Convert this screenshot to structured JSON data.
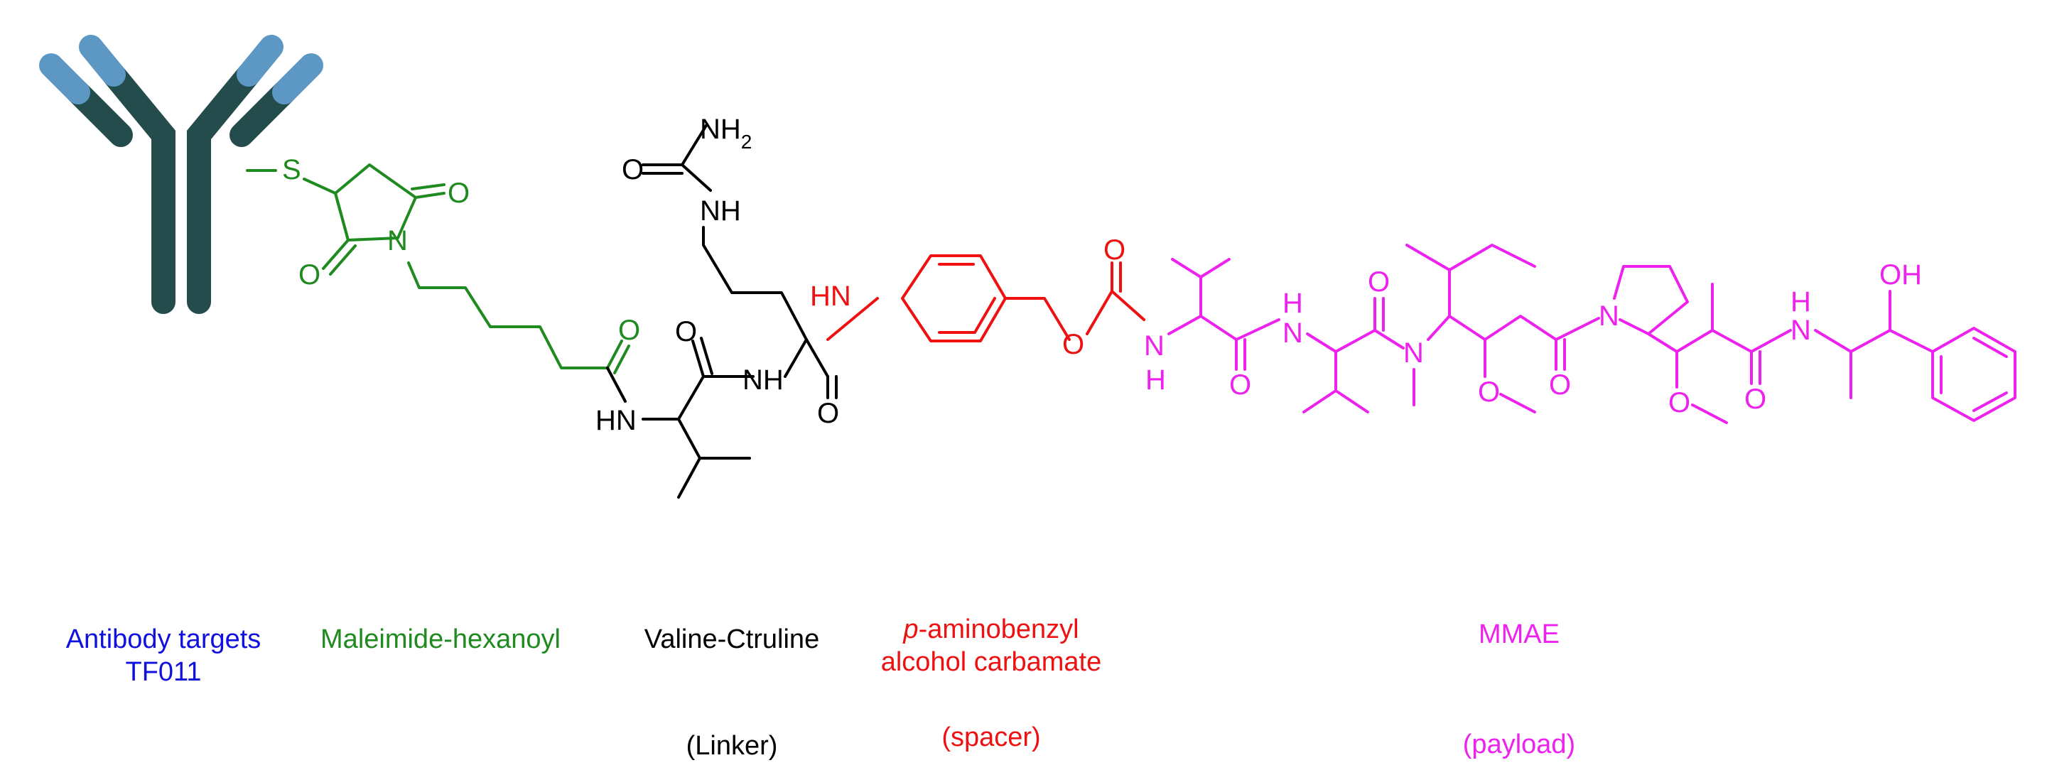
{
  "colors": {
    "antibody_dark": "#254c4c",
    "antibody_light": "#5d98c5",
    "antibody_label": "#1111dd",
    "maleimide": "#1f8a1f",
    "linker": "#000000",
    "spacer": "#ee1111",
    "payload": "#ee22ee"
  },
  "components": {
    "antibody": {
      "line1": "Antibody targets",
      "line2": "TF011"
    },
    "maleimide": {
      "label": "Maleimide-hexanoyl"
    },
    "linker": {
      "label": "Valine-Ctruline",
      "role": "(Linker)"
    },
    "spacer": {
      "line1_italic": "p",
      "line1_rest": "-aminobenzyl",
      "line2": "alcohol carbamate",
      "role": "(spacer)"
    },
    "payload": {
      "label": "MMAE",
      "role": "(payload)"
    }
  },
  "atoms": {
    "S": "S",
    "N": "N",
    "O": "O",
    "H": "H",
    "NH": "NH",
    "HN": "HN",
    "NH2_main": "NH",
    "NH2_sub": "2",
    "OH": "OH"
  }
}
